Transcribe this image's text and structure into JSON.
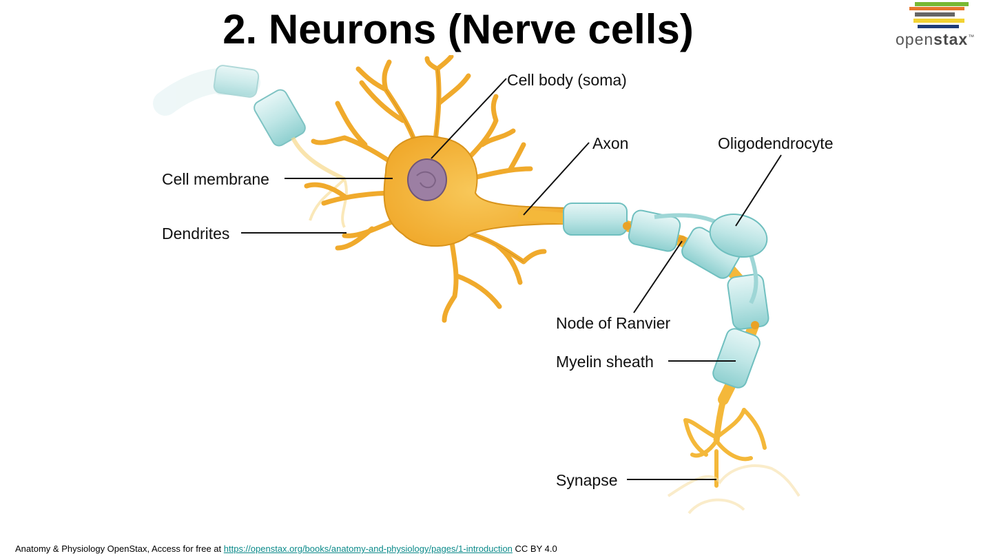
{
  "slide": {
    "title": "2. Neurons (Nerve cells)"
  },
  "logo": {
    "brand_light": "open",
    "brand_bold": "stax",
    "trademark": "™"
  },
  "labels": {
    "cell_body": "Cell body (soma)",
    "axon": "Axon",
    "oligodendrocyte": "Oligodendrocyte",
    "cell_membrane": "Cell membrane",
    "dendrites": "Dendrites",
    "node_of_ranvier": "Node of Ranvier",
    "myelin_sheath": "Myelin sheath",
    "synapse": "Synapse"
  },
  "footer": {
    "prefix": "Anatomy & Physiology OpenStax, Access for free at ",
    "link_text": "https://openstax.org/books/anatomy-and-physiology/pages/1-introduction",
    "suffix": " CC BY 4.0"
  },
  "colors": {
    "neuron": "#f4b83a",
    "neuron_dark": "#d9941c",
    "myelin": "#bfe6e6",
    "myelin_edge": "#6fbfbf",
    "nucleus": "#9c7fa3",
    "logo_bars": [
      "#e8762b",
      "#79b833",
      "#666666",
      "#f2d233",
      "#1d3c78"
    ]
  }
}
